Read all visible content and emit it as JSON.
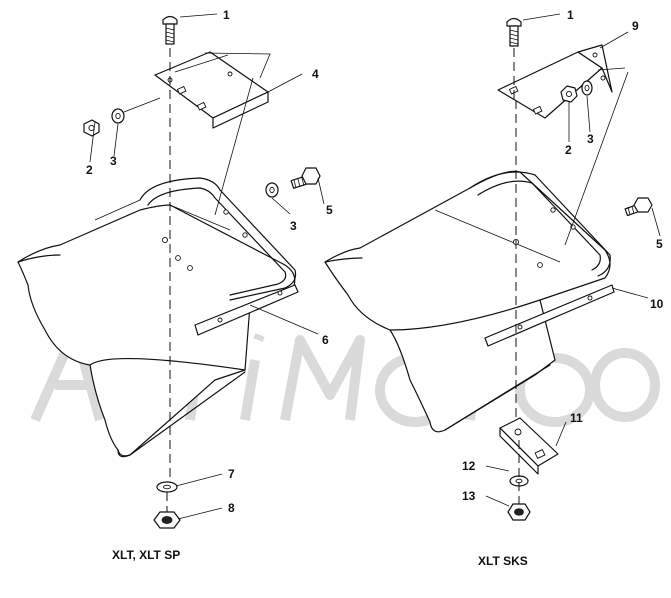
{
  "captions": {
    "left": "XLT, XLT SP",
    "right": "XLT SKS"
  },
  "callouts": {
    "left": [
      "1",
      "4",
      "2",
      "3",
      "3",
      "5",
      "6",
      "7",
      "8"
    ],
    "right": [
      "1",
      "9",
      "2",
      "3",
      "5",
      "10",
      "11",
      "12",
      "13"
    ]
  },
  "watermark": "ArtiMoto"
}
